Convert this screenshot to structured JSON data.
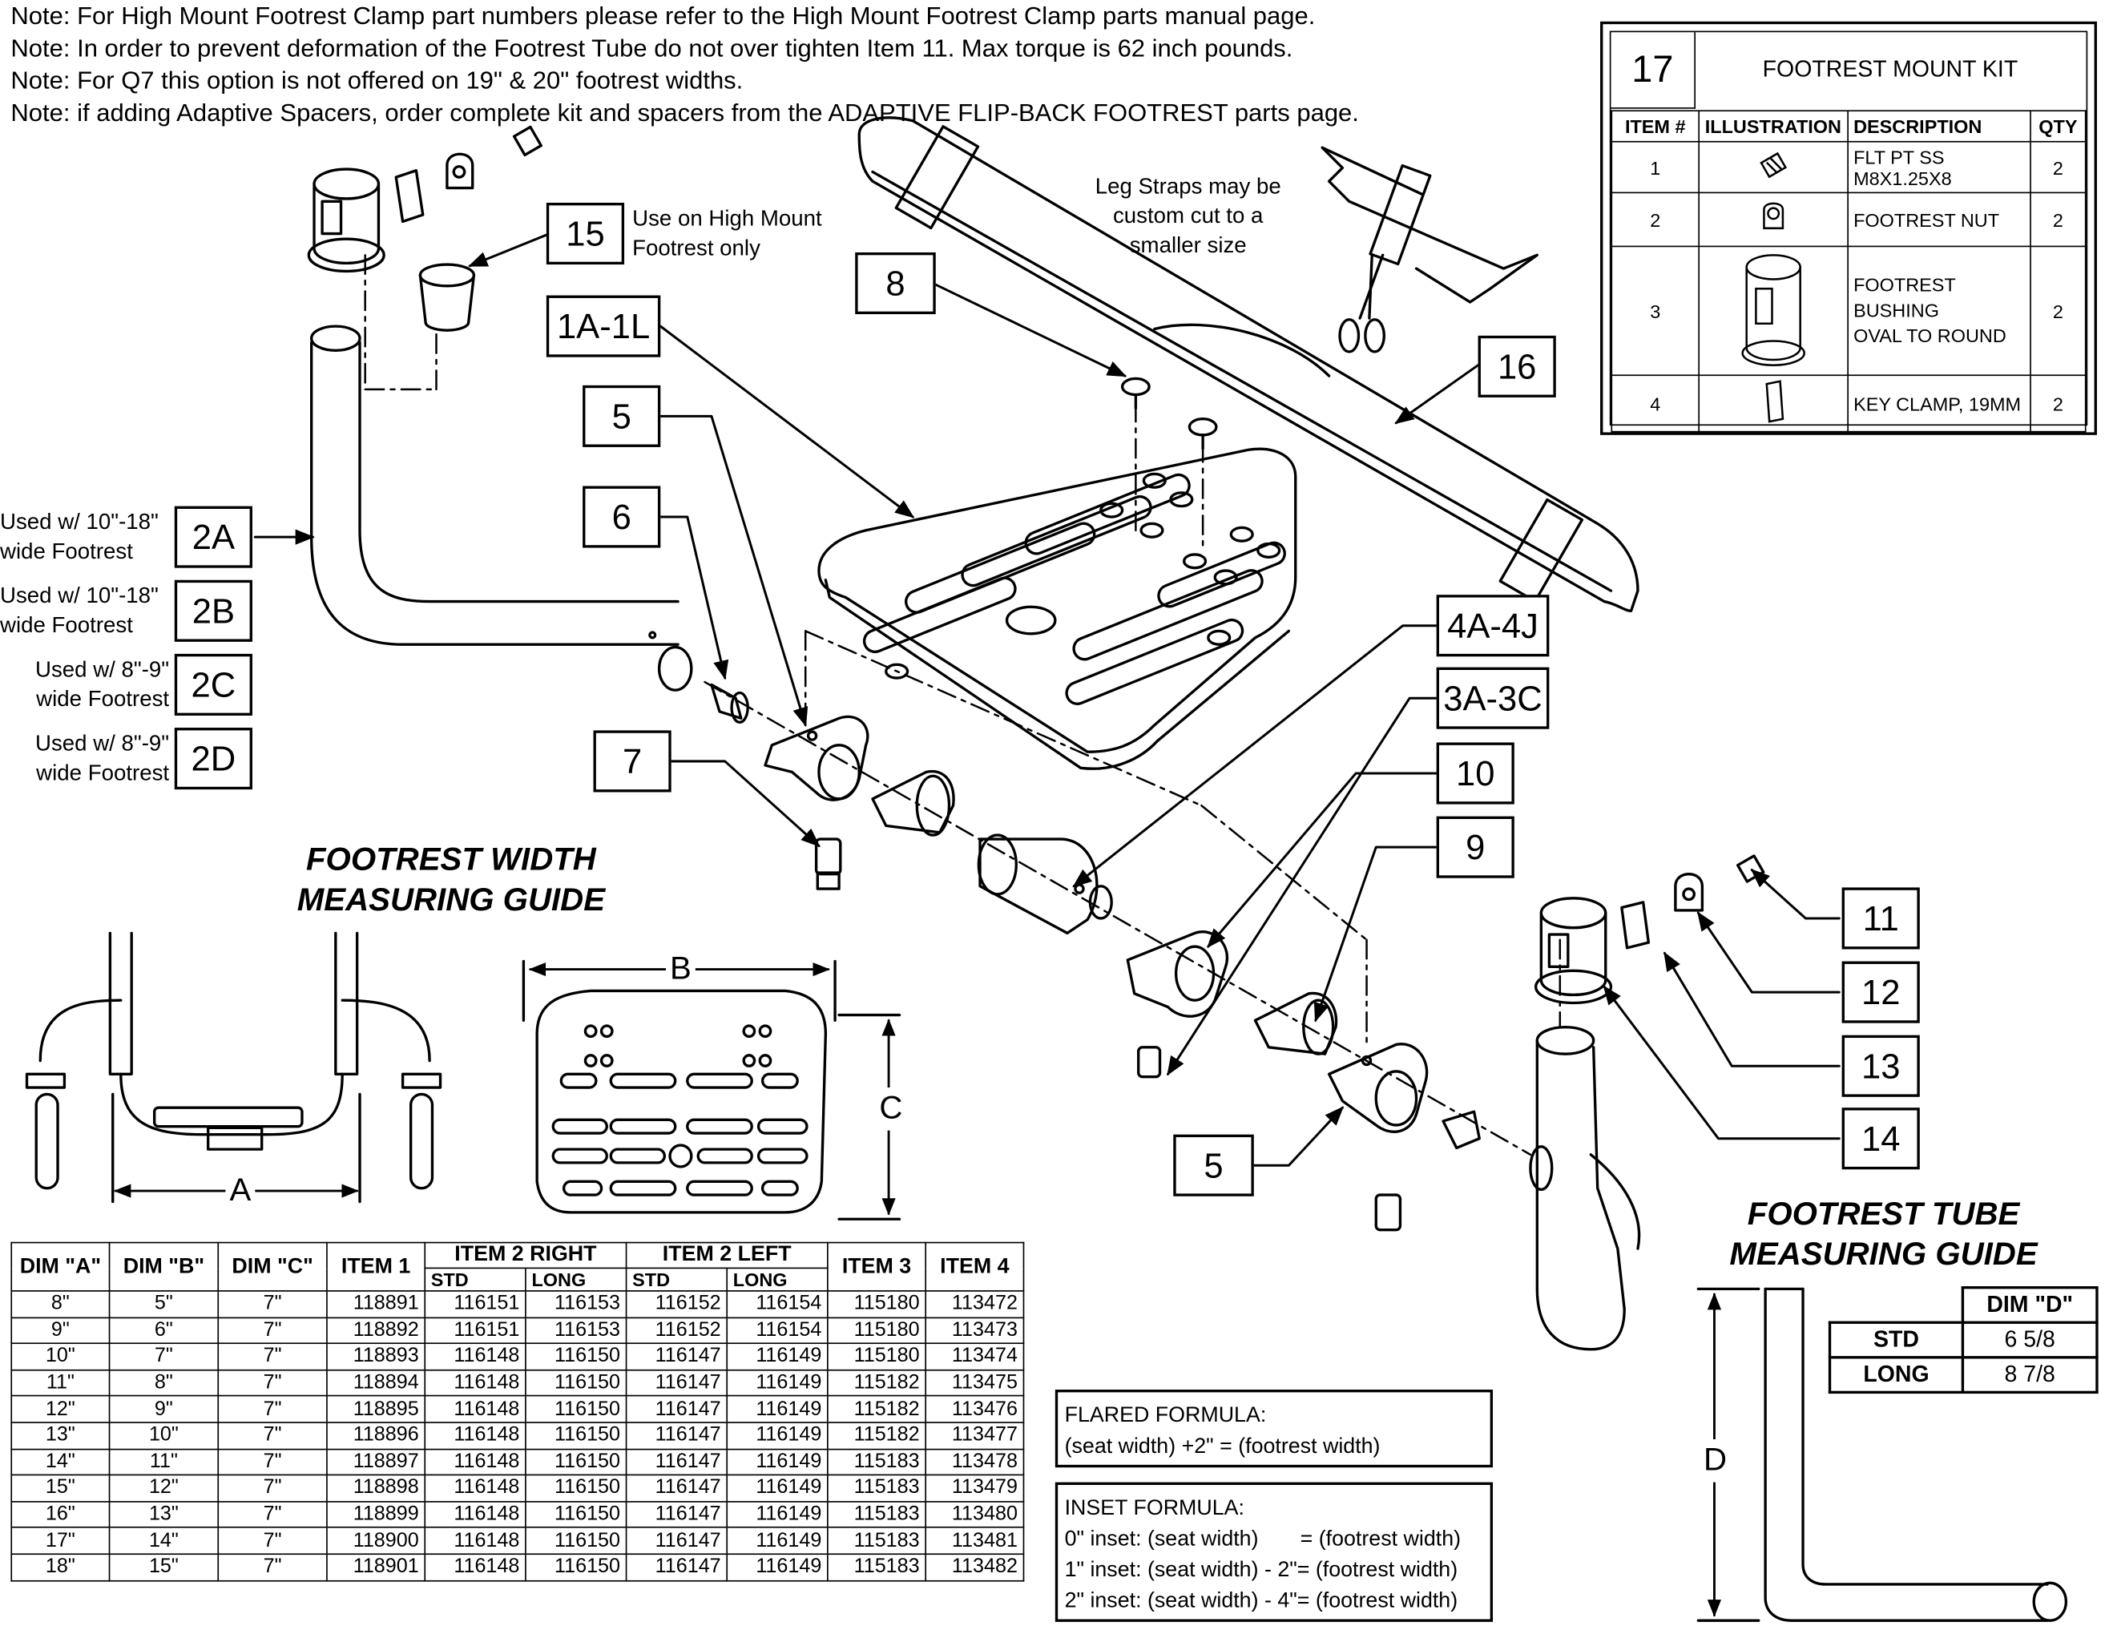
{
  "notes": [
    "Note: For High Mount Footrest Clamp part numbers please refer to the High Mount Footrest Clamp parts manual page.",
    "Note: In order to prevent deformation of the Footrest Tube do not over tighten Item 11. Max torque is 62 inch pounds.",
    "Note: For Q7 this option is not offered on 19\" & 20\" footrest widths.",
    "Note: if adding Adaptive Spacers, order complete kit and spacers from the ADAPTIVE FLIP-BACK FOOTREST parts page."
  ],
  "callouts": {
    "c15": "15",
    "c8": "8",
    "c1a": "1A-1L",
    "c16": "16",
    "c5a": "5",
    "c6": "6",
    "c7": "7",
    "c4a": "4A-4J",
    "c3a": "3A-3C",
    "c10": "10",
    "c9": "9",
    "c11": "11",
    "c12": "12",
    "c13": "13",
    "c14": "14",
    "c5b": "5",
    "c2a": "2A",
    "c2b": "2B",
    "c2c": "2C",
    "c2d": "2D"
  },
  "annotations": {
    "high_mount": "Use on High Mount\nFootrest only",
    "leg_straps": "Leg Straps may be\ncustom cut to a\nsmaller size",
    "used_2a": "Used w/ 10\"-18\"\nwide Footrest",
    "used_2b": "Used w/ 10\"-18\"\nwide Footrest",
    "used_2c": "Used w/ 8\"-9\"\nwide Footrest",
    "used_2d": "Used w/ 8\"-9\"\nwide Footrest"
  },
  "headings": {
    "width_guide": "FOOTREST WIDTH\nMEASURING GUIDE",
    "tube_guide": "FOOTREST TUBE\nMEASURING GUIDE"
  },
  "dim_letters": {
    "a": "A",
    "b": "B",
    "c": "C",
    "d": "D"
  },
  "kit": {
    "number": "17",
    "title": "FOOTREST MOUNT KIT",
    "headers": [
      "ITEM #",
      "ILLUSTRATION",
      "DESCRIPTION",
      "QTY"
    ],
    "rows": [
      {
        "item": "1",
        "description": "FLT PT SS\nM8X1.25X8",
        "qty": "2",
        "icon": "flat-point-screw-icon"
      },
      {
        "item": "2",
        "description": "FOOTREST NUT",
        "qty": "2",
        "icon": "footrest-nut-icon"
      },
      {
        "item": "3",
        "description": "FOOTREST\nBUSHING\nOVAL TO ROUND",
        "qty": "2",
        "icon": "footrest-bushing-icon"
      },
      {
        "item": "4",
        "description": "KEY CLAMP, 19MM",
        "qty": "2",
        "icon": "key-clamp-icon"
      }
    ]
  },
  "dims_table": {
    "headers": [
      "DIM \"A\"",
      "DIM \"B\"",
      "DIM \"C\"",
      "ITEM 1",
      "ITEM 2 RIGHT",
      "ITEM 2 LEFT",
      "ITEM 3",
      "ITEM 4"
    ],
    "subheaders": [
      "STD",
      "LONG",
      "STD",
      "LONG"
    ],
    "rows": [
      [
        "8\"",
        "5\"",
        "7\"",
        "118891",
        "116151",
        "116153",
        "116152",
        "116154",
        "115180",
        "113472"
      ],
      [
        "9\"",
        "6\"",
        "7\"",
        "118892",
        "116151",
        "116153",
        "116152",
        "116154",
        "115180",
        "113473"
      ],
      [
        "10\"",
        "7\"",
        "7\"",
        "118893",
        "116148",
        "116150",
        "116147",
        "116149",
        "115180",
        "113474"
      ],
      [
        "11\"",
        "8\"",
        "7\"",
        "118894",
        "116148",
        "116150",
        "116147",
        "116149",
        "115182",
        "113475"
      ],
      [
        "12\"",
        "9\"",
        "7\"",
        "118895",
        "116148",
        "116150",
        "116147",
        "116149",
        "115182",
        "113476"
      ],
      [
        "13\"",
        "10\"",
        "7\"",
        "118896",
        "116148",
        "116150",
        "116147",
        "116149",
        "115182",
        "113477"
      ],
      [
        "14\"",
        "11\"",
        "7\"",
        "118897",
        "116148",
        "116150",
        "116147",
        "116149",
        "115183",
        "113478"
      ],
      [
        "15\"",
        "12\"",
        "7\"",
        "118898",
        "116148",
        "116150",
        "116147",
        "116149",
        "115183",
        "113479"
      ],
      [
        "16\"",
        "13\"",
        "7\"",
        "118899",
        "116148",
        "116150",
        "116147",
        "116149",
        "115183",
        "113480"
      ],
      [
        "17\"",
        "14\"",
        "7\"",
        "118900",
        "116148",
        "116150",
        "116147",
        "116149",
        "115183",
        "113481"
      ],
      [
        "18\"",
        "15\"",
        "7\"",
        "118901",
        "116148",
        "116150",
        "116147",
        "116149",
        "115183",
        "113482"
      ]
    ]
  },
  "formulas": {
    "flared_title": "FLARED FORMULA:",
    "flared_line": "(seat width) +2\"  = (footrest width)",
    "inset_title": "INSET FORMULA:",
    "inset_lines": [
      "0\" inset: (seat width)       = (footrest width)",
      "1\" inset: (seat width) - 2\"= (footrest width)",
      "2\" inset: (seat width) - 4\"= (footrest width)"
    ]
  },
  "dim_d_table": {
    "header": "DIM \"D\"",
    "rows": [
      [
        "STD",
        "6 5/8"
      ],
      [
        "LONG",
        "8 7/8"
      ]
    ]
  }
}
